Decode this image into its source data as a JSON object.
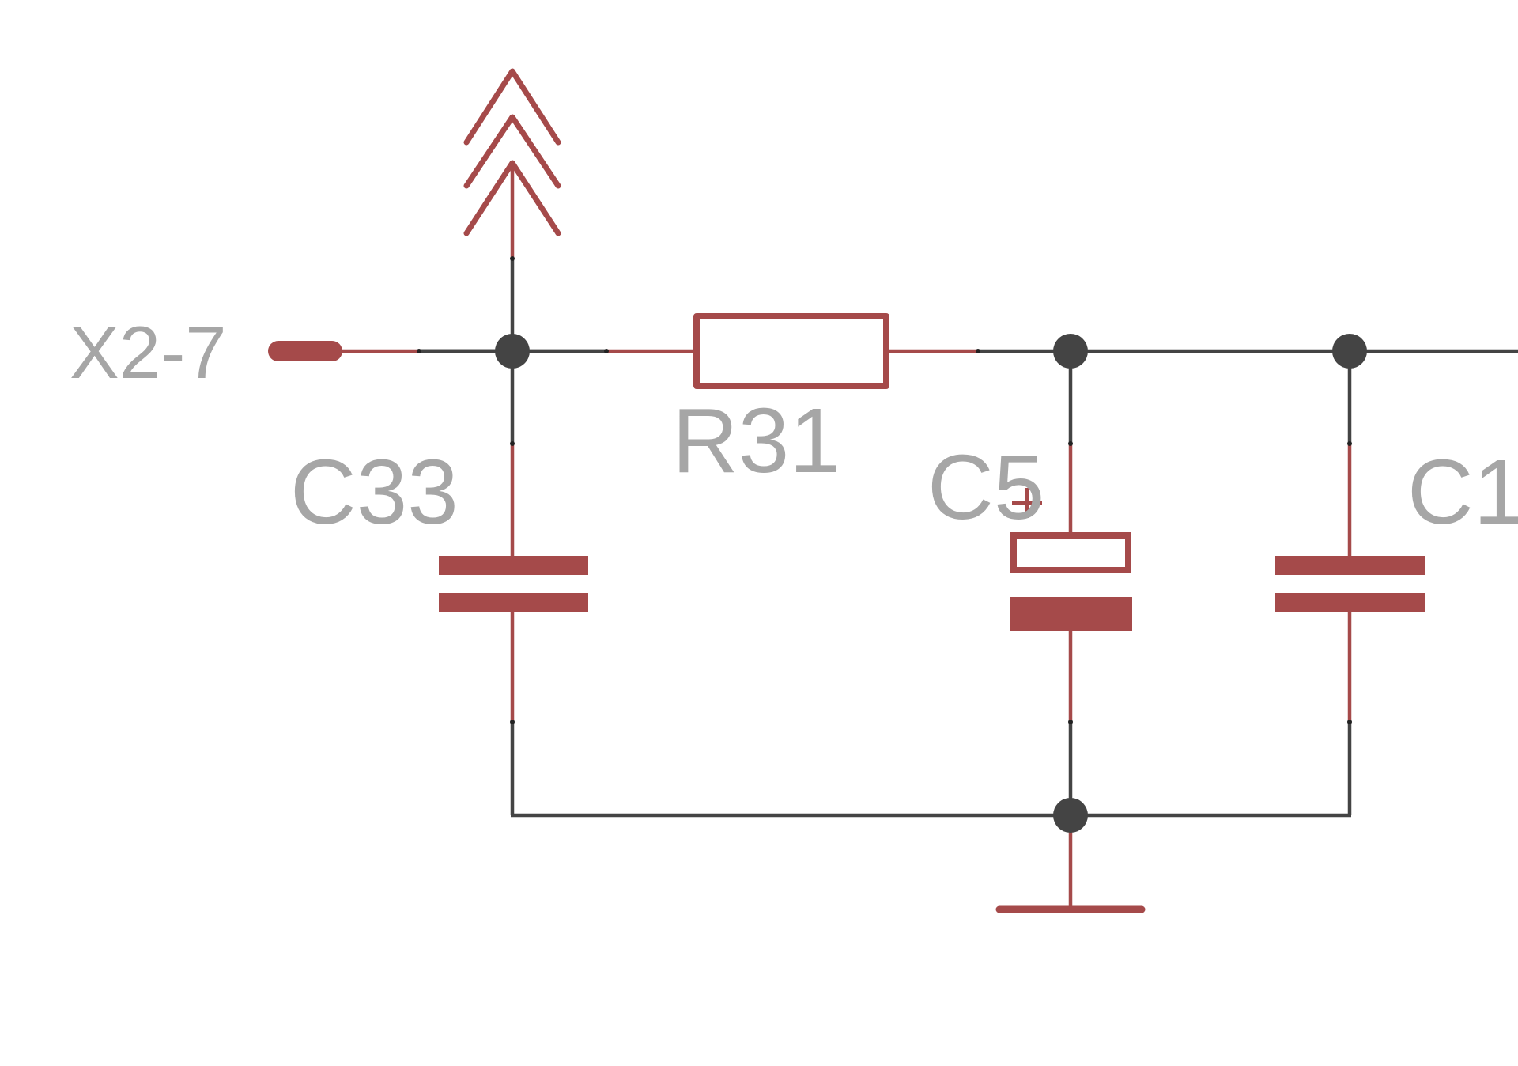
{
  "schematic": {
    "colors": {
      "wire": "#444444",
      "symbol": "#a54a4a",
      "label": "#a6a6a6",
      "background": "#ffffff"
    },
    "labels": {
      "connector": "X2-7",
      "resistor": "R31",
      "cap_left": "C33",
      "cap_middle": "C5",
      "cap_right": "C1",
      "polarity": "+"
    },
    "symbols": [
      "power-supply-arrow",
      "resistor",
      "ceramic-capacitor",
      "electrolytic-capacitor",
      "ground"
    ]
  }
}
